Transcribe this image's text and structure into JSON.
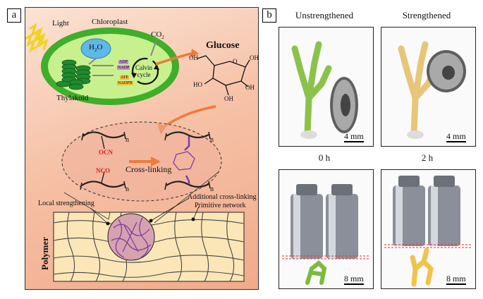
{
  "panel_a": {
    "label": "a",
    "light": "Light",
    "chloroplast": "Chloroplast",
    "h2o_base": "H",
    "h2o_sub": "2",
    "h2o_end": "O",
    "co2_base": "CO",
    "co2_sub": "2",
    "adp": "ADP",
    "nadp": "NADP",
    "atp": "ATP",
    "nadph": "NADPH",
    "calvin": "Calvin\ncycle",
    "thylakoid": "Thylakoid",
    "glucose": "Glucose",
    "n1": "n",
    "n2": "n",
    "n3": "n",
    "n4": "n",
    "ocn": "OCN",
    "nco": "NCO",
    "crosslinking": "Cross-linking",
    "local_strengthening": "Local strengthening",
    "additional": "Additional cross-linking",
    "primitive": "Primitive network",
    "polymer": "Polymer",
    "oh_labels": [
      "OH",
      "OH",
      "OH",
      "OH",
      "HO"
    ],
    "ring_o": "O"
  },
  "panel_b": {
    "label": "b",
    "unstrengthened": "Unstrengthened",
    "strengthened": "Strengthened",
    "scale1": "4 mm",
    "scale2": "4 mm",
    "time0": "0 h",
    "time2": "2 h",
    "scale3": "8 mm",
    "scale4": "8 mm"
  },
  "colors": {
    "chloroplast_outer": "#3fae2a",
    "chloroplast_inner": "#c9f08e",
    "water_drop": "#5fb8e8",
    "arrow_orange": "#f07a3a",
    "purple": "#7a3fa0",
    "network_bg": "#fbe6b8",
    "dash_red": "#e03030"
  }
}
